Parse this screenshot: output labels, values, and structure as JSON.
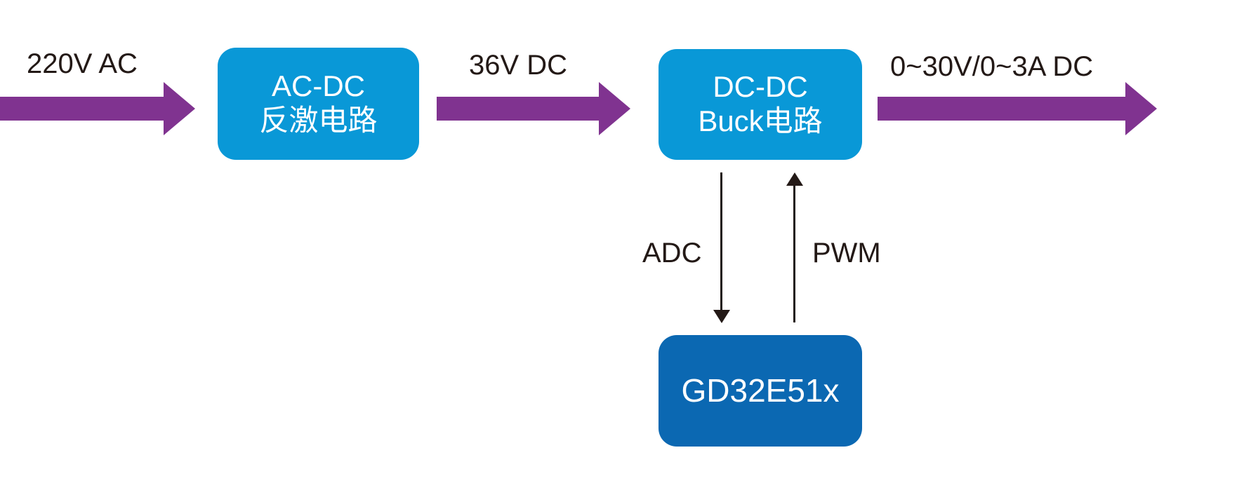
{
  "diagram": {
    "type": "power-supply-block-diagram",
    "colors": {
      "box_light_blue": "#0998d7",
      "box_dark_blue": "#0b68b2",
      "arrow_purple": "#803390",
      "text_dark": "#231916",
      "box_text": "#ffffff",
      "background": "#ffffff"
    },
    "blocks": [
      {
        "name": "ac-dc-flyback",
        "line1": "AC-DC",
        "line2": "反激电路"
      },
      {
        "name": "dc-dc-buck",
        "line1": "DC-DC",
        "line2": "Buck电路"
      },
      {
        "name": "mcu",
        "line1": "GD32E51x"
      }
    ],
    "flow_labels": {
      "input": "220V AC",
      "intermediate": "36V DC",
      "output": "0~30V/0~3A DC"
    },
    "signal_labels": {
      "down": "ADC",
      "up": "PWM"
    },
    "icons": {
      "flow_arrow": "right-arrow-css-shape",
      "adc_arrow": "down-arrow-css-shape",
      "pwm_arrow": "up-arrow-css-shape"
    }
  }
}
